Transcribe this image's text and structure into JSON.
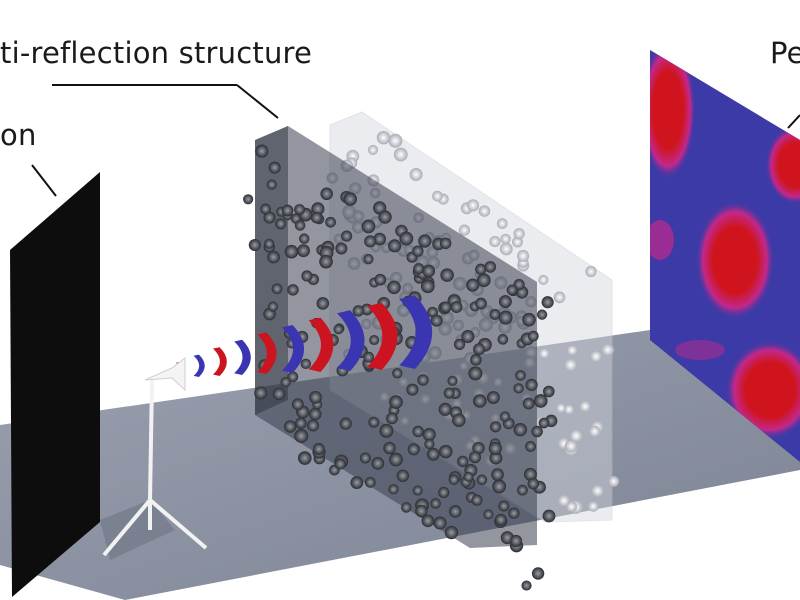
{
  "labels": {
    "structure": "ti-reflection structure",
    "left": "on",
    "right": "Pe"
  },
  "colors": {
    "pattern_blue": "#3b3aa6",
    "pattern_red": "#d0141e",
    "pattern_magenta": "#c2288c",
    "floor": "#8c93a3",
    "panel_black": "#0d0d0d",
    "wave_red": "#cc1420",
    "wave_blue": "#3a35b0"
  }
}
